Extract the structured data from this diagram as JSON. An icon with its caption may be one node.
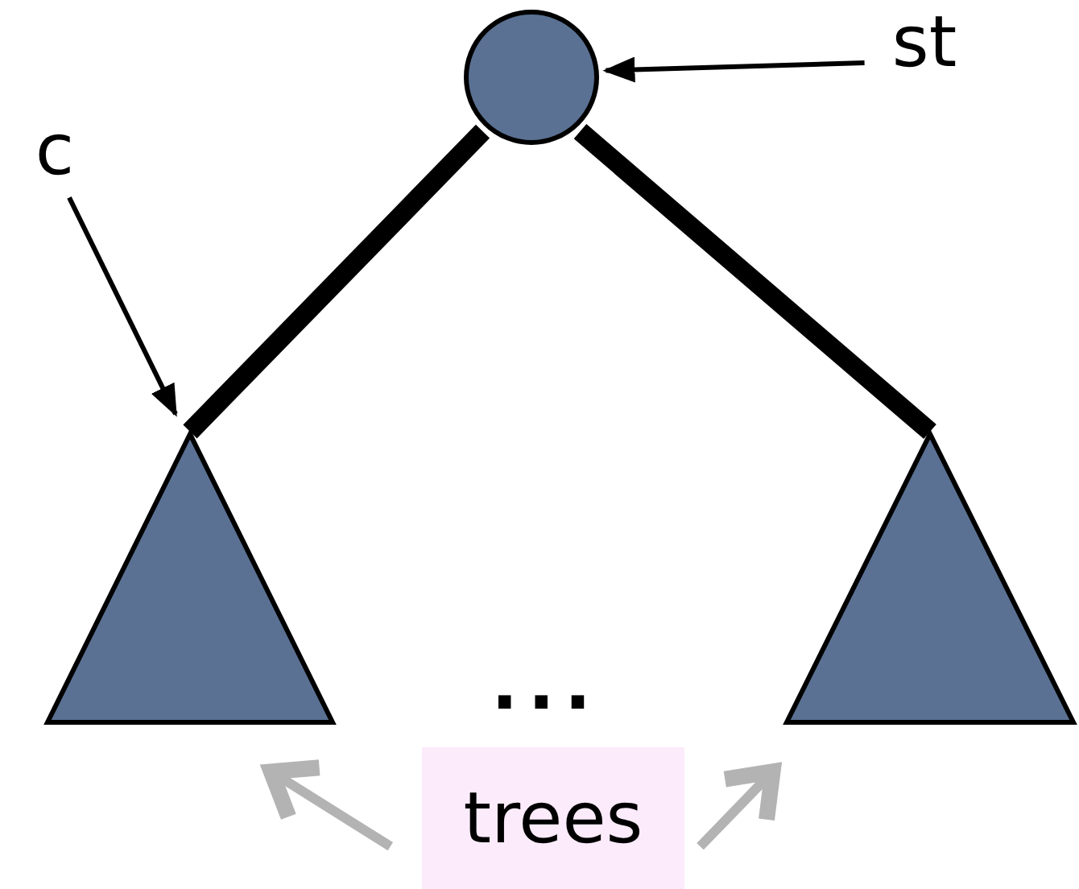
{
  "diagram": {
    "nodes": [
      {
        "text": [],
        "shape": "circle"
      },
      {
        "text": [],
        "shape": "triangle"
      },
      {
        "text": [],
        "shape": "triangle"
      },
      {
        "text": [
          "st"
        ]
      },
      {
        "text": [
          "c"
        ]
      },
      {
        "text": [
          "trees"
        ]
      }
    ],
    "edges": [
      {
        "from": 0,
        "to": 1,
        "arrow": "none",
        "style": "thick"
      },
      {
        "from": 0,
        "to": 2,
        "arrow": "none",
        "style": "thick"
      },
      {
        "from": 3,
        "to": 0,
        "arrow": "to"
      },
      {
        "from": 4,
        "to": 1,
        "arrow": "to"
      },
      {
        "from": 5,
        "to": 1,
        "arrow": "to",
        "color": "#b3b3b3"
      },
      {
        "from": 5,
        "to": 2,
        "arrow": "to",
        "color": "#b3b3b3"
      }
    ],
    "labels": [
      "..."
    ]
  }
}
